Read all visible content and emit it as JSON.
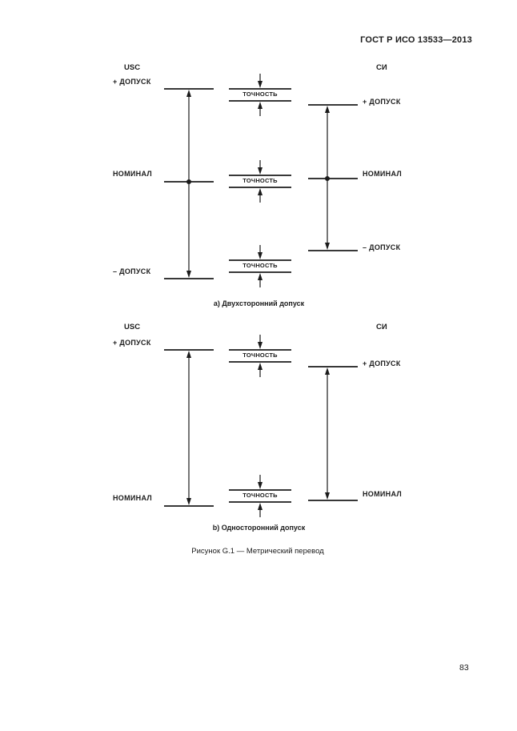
{
  "header": {
    "title": "ГОСТ Р ИСО 13533—2013"
  },
  "footer": {
    "page_number": "83"
  },
  "figure": {
    "caption": "Рисунок G.1 — Метрический перевод"
  },
  "diagram_a": {
    "caption": "а) Двухсторонний допуск",
    "usc_label": "USC",
    "si_label": "СИ",
    "accuracy": "ТОЧНОСТЬ",
    "plus_tolerance": "+ ДОПУСК",
    "nominal": "НОМИНАЛ",
    "minus_tolerance": "– ДОПУСК"
  },
  "diagram_b": {
    "caption": "b) Односторонний допуск",
    "usc_label": "USC",
    "si_label": "СИ",
    "accuracy": "ТОЧНОСТЬ",
    "plus_tolerance": "+ ДОПУСК",
    "nominal": "НОМИНАЛ"
  }
}
